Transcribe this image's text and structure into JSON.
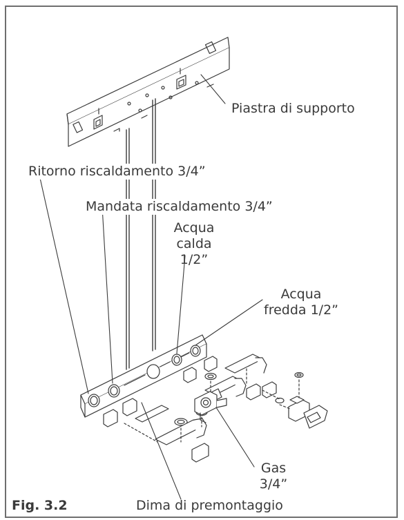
{
  "figure": {
    "number_label": "Fig. 3.2"
  },
  "labels": {
    "support_plate": "Piastra di supporto",
    "heating_return": "Ritorno riscaldamento 3/4”",
    "heating_flow": "Mandata riscaldamento 3/4”",
    "hot_water": [
      "Acqua",
      "calda",
      "1/2”"
    ],
    "cold_water": [
      "Acqua",
      "fredda 1/2”"
    ],
    "gas": [
      "Gas",
      "3/4”"
    ],
    "template": "Dima di premontaggio"
  },
  "colors": {
    "line": "#3a3a3a",
    "frame": "#6e6e6e",
    "fill": "#ffffff"
  }
}
